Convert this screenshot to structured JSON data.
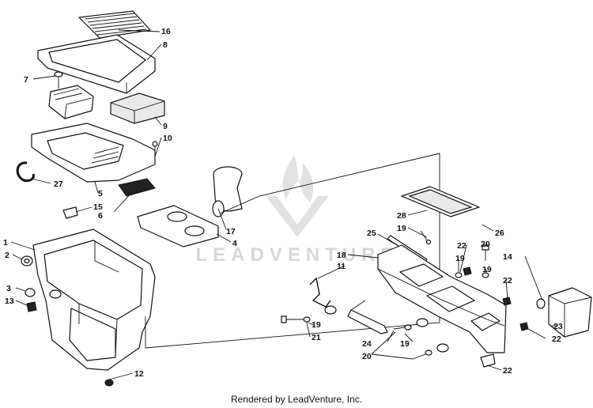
{
  "footer": {
    "text": "Rendered by LeadVenture, Inc."
  },
  "watermark": {
    "text": "LEADVENTURE",
    "color": "#d6d6d6"
  },
  "callouts": {
    "c16": "16",
    "c8": "8",
    "c7": "7",
    "c9": "9",
    "c10": "10",
    "c27": "27",
    "c5": "5",
    "c15": "15",
    "c6": "6",
    "c17": "17",
    "c4": "4",
    "c1": "1",
    "c2": "2",
    "c3": "3",
    "c13": "13",
    "c12": "12",
    "c28": "28",
    "c19a": "19",
    "c26": "26",
    "c25": "25",
    "c22a": "22",
    "c20a": "20",
    "c18": "18",
    "c19b": "19",
    "c14": "14",
    "c11": "11",
    "c19c": "19",
    "c22b": "22",
    "c19d": "19",
    "c21": "21",
    "c23": "23",
    "c22c": "22",
    "c24": "24",
    "c19e": "19",
    "c20b": "20",
    "c22d": "22"
  }
}
